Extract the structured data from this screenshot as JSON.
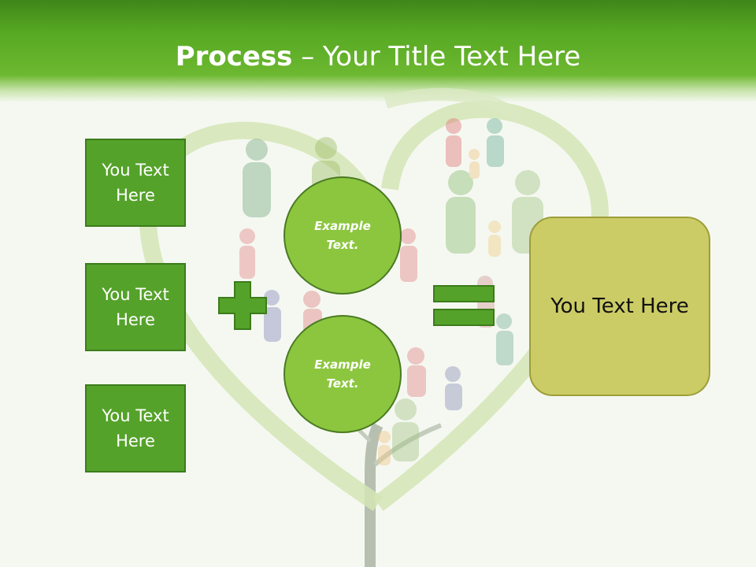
{
  "title": {
    "bold": "Process",
    "rest": " – Your Title Text Here"
  },
  "side_boxes": [
    {
      "label": "You Text Here"
    },
    {
      "label": "You Text Here"
    },
    {
      "label": "You Text Here"
    }
  ],
  "circles": [
    {
      "label": "Example Text."
    },
    {
      "label": "Example Text."
    }
  ],
  "result": {
    "label": "You Text Here"
  },
  "operators": {
    "plus": "plus-icon",
    "equals": "equals-icon"
  },
  "colors": {
    "header_green": "#56a823",
    "box_green": "#55a22a",
    "circle_green": "#8cc63f",
    "result_olive": "#cccc66"
  }
}
